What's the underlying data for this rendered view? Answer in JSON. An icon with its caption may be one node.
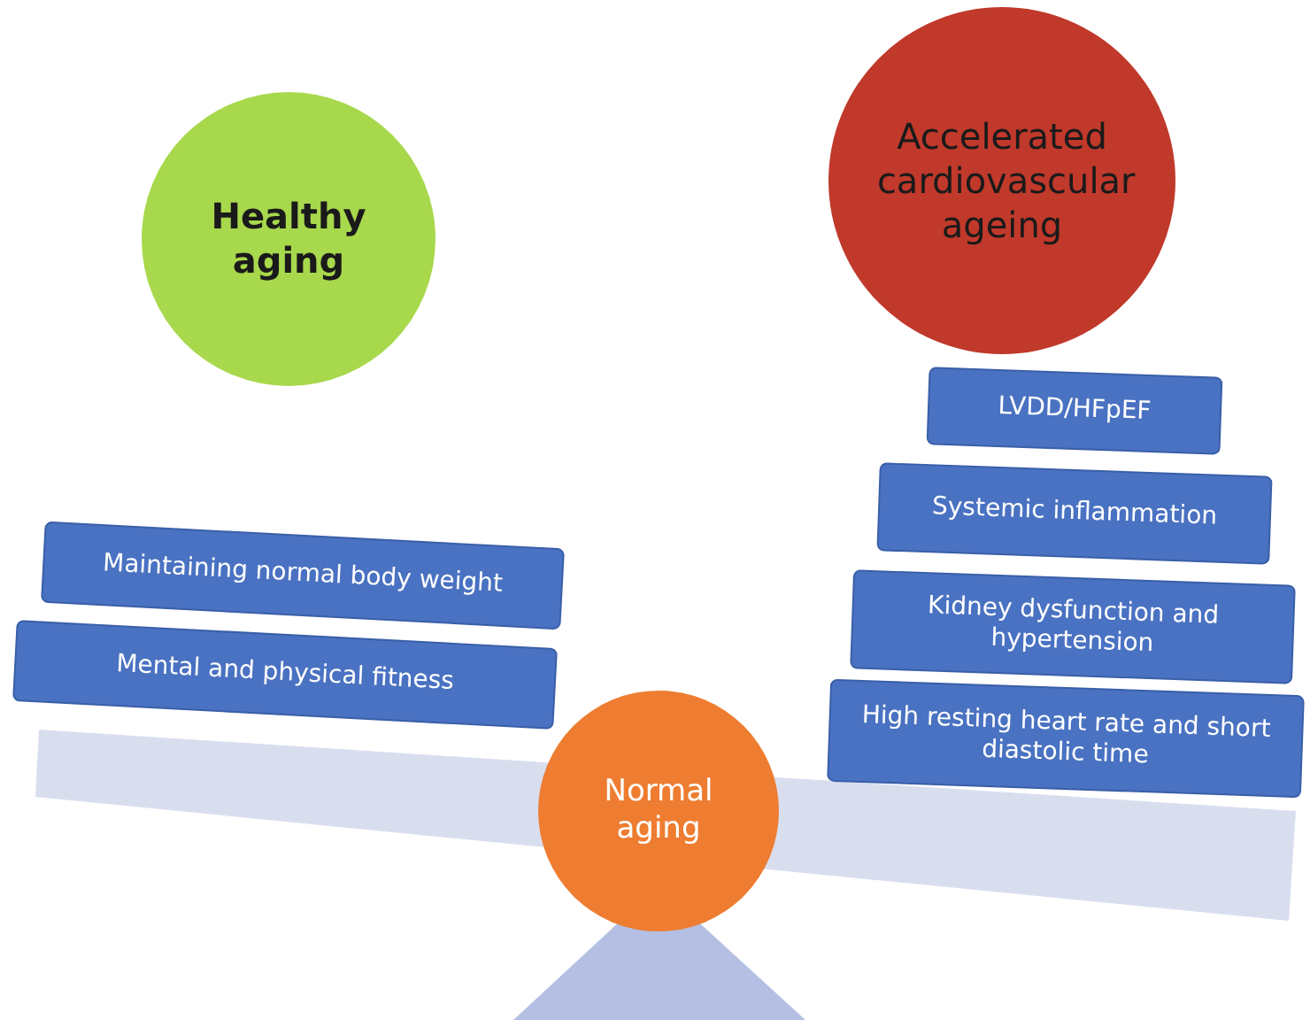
{
  "diagram": {
    "nodes": [
      {
        "text": [
          "Healthy aging"
        ]
      },
      {
        "text": [
          "Accelerated cardiovascular ageing"
        ]
      },
      {
        "text": [
          "LVDD/HFpEF"
        ]
      },
      {
        "text": [
          "Systemic inflammation"
        ]
      },
      {
        "text": [
          "Maintaining normal body weight"
        ]
      },
      {
        "text": [
          "Kidney dysfunction and hypertension"
        ]
      },
      {
        "text": [
          "Mental and physical fitness"
        ]
      },
      {
        "text": [
          "High resting heart rate and short diastolic time"
        ]
      },
      {
        "text": [
          "Normal aging"
        ]
      }
    ]
  }
}
